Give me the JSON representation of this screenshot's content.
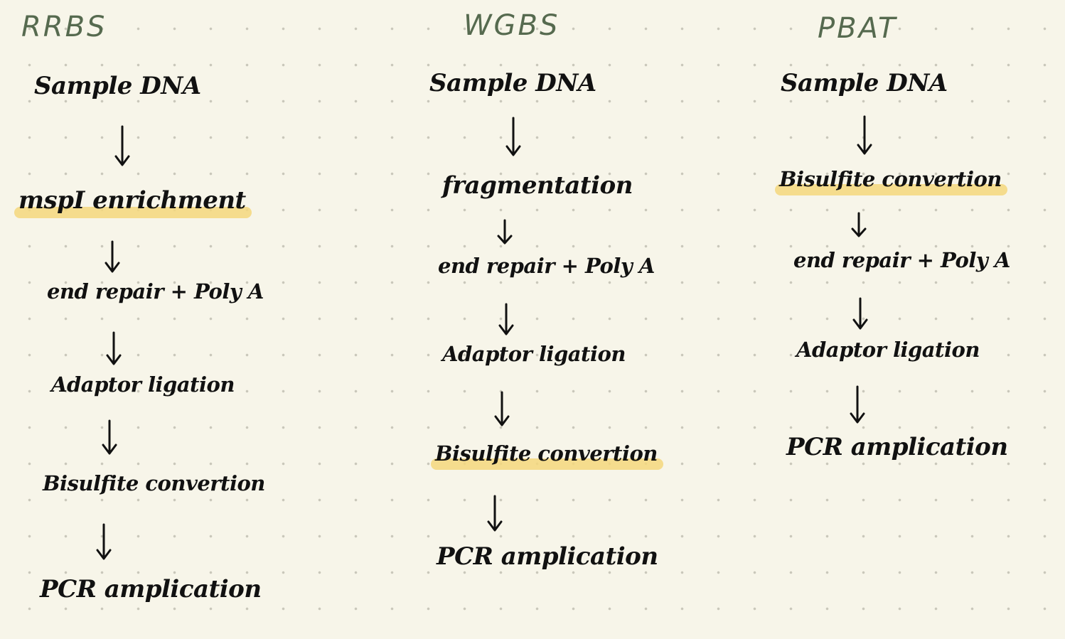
{
  "columns": [
    {
      "title": "RRBS",
      "steps": [
        {
          "label": "Sample DNA",
          "highlight": false
        },
        {
          "label": "mspI enrichment",
          "highlight": true
        },
        {
          "label": "end repair + Poly A",
          "highlight": false
        },
        {
          "label": "Adaptor ligation",
          "highlight": false
        },
        {
          "label": "Bisulfite convertion",
          "highlight": false
        },
        {
          "label": "PCR amplication",
          "highlight": false
        }
      ]
    },
    {
      "title": "WGBS",
      "steps": [
        {
          "label": "Sample DNA",
          "highlight": false
        },
        {
          "label": "fragmentation",
          "highlight": false
        },
        {
          "label": "end repair + Poly A",
          "highlight": false
        },
        {
          "label": "Adaptor ligation",
          "highlight": false
        },
        {
          "label": "Bisulfite convertion",
          "highlight": true
        },
        {
          "label": "PCR amplication",
          "highlight": false
        }
      ]
    },
    {
      "title": "PBAT",
      "steps": [
        {
          "label": "Sample DNA",
          "highlight": false
        },
        {
          "label": "Bisulfite convertion",
          "highlight": true
        },
        {
          "label": "end repair + Poly A",
          "highlight": false
        },
        {
          "label": "Adaptor ligation",
          "highlight": false
        },
        {
          "label": "PCR amplication",
          "highlight": false
        }
      ]
    }
  ],
  "colors": {
    "background": "#f7f5e9",
    "title": "#566a4f",
    "ink": "#111111",
    "highlight": "#f4d77d",
    "grid_dot": "#c9c7ba"
  }
}
